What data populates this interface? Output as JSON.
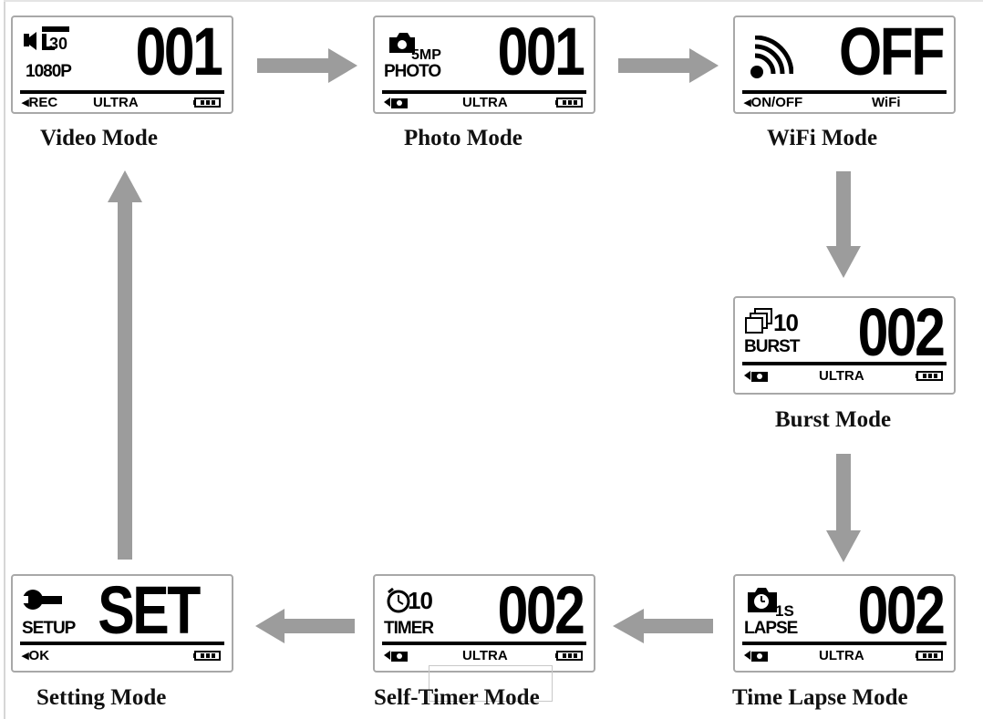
{
  "modes": {
    "video": {
      "caption": "Video   Mode",
      "big": "001",
      "sub": "1080P",
      "icon_text": "30",
      "bottom_left": "◂REC",
      "bottom_mid": "ULTRA",
      "icon": "video-camera-icon"
    },
    "photo": {
      "caption": "Photo  Mode",
      "big": "001",
      "sub": "PHOTO",
      "icon_text": "5MP",
      "bottom_mid": "ULTRA",
      "icon": "camera-icon"
    },
    "wifi": {
      "caption": "WiFi Mode",
      "big": "OFF",
      "bottom_left": "◂ON/OFF",
      "bottom_mid": "WiFi",
      "icon": "wifi-signal-icon"
    },
    "burst": {
      "caption": "Burst Mode",
      "big": "002",
      "sub": "BURST",
      "icon_text": "10",
      "bottom_mid": "ULTRA",
      "icon": "burst-stack-icon"
    },
    "lapse": {
      "caption": "Time Lapse Mode",
      "big": "002",
      "sub": "LAPSE",
      "icon_text": "1S",
      "bottom_mid": "ULTRA",
      "icon": "time-lapse-icon"
    },
    "timer": {
      "caption": "Self-Timer  Mode",
      "big": "002",
      "sub": "TIMER",
      "icon_text": "10",
      "bottom_mid": "ULTRA",
      "icon": "timer-icon"
    },
    "setting": {
      "caption": "Setting Mode",
      "big": "SET",
      "sub": "SETUP",
      "bottom_left": "◂OK",
      "icon": "wrench-icon"
    }
  },
  "colors": {
    "arrow": "#9c9c9c",
    "screen_border": "#a8a8a8",
    "text": "#000000"
  }
}
